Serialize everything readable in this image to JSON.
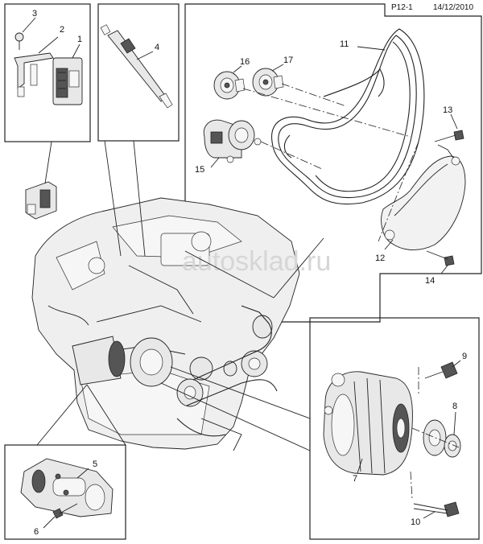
{
  "header": {
    "page_code": "P12-1",
    "date": "14/12/2010"
  },
  "watermark": "autosklad.ru",
  "callouts": {
    "c1": "1",
    "c2": "2",
    "c3": "3",
    "c4": "4",
    "c5": "5",
    "c6": "6",
    "c7": "7",
    "c8": "8",
    "c9": "9",
    "c10": "10",
    "c11": "11",
    "c12": "12",
    "c13": "13",
    "c14": "14",
    "c15": "15",
    "c16": "16",
    "c17": "17"
  }
}
